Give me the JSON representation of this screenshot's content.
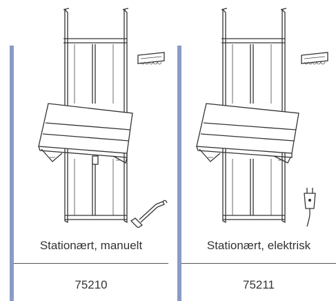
{
  "colors": {
    "accent_bar": "#8a9cc2",
    "line": "#333333",
    "divider": "#555555"
  },
  "panels": [
    {
      "caption": "Stationært, manuelt",
      "product_number": "75210",
      "illustration_icon": "wall-mounted-stage-frame-with-hand-crank-icon",
      "accessory_icon": "hand-crank-icon"
    },
    {
      "caption": "Stationært, elektrisk",
      "product_number": "75211",
      "illustration_icon": "wall-mounted-stage-frame-with-power-plug-icon",
      "accessory_icon": "power-plug-icon"
    }
  ]
}
